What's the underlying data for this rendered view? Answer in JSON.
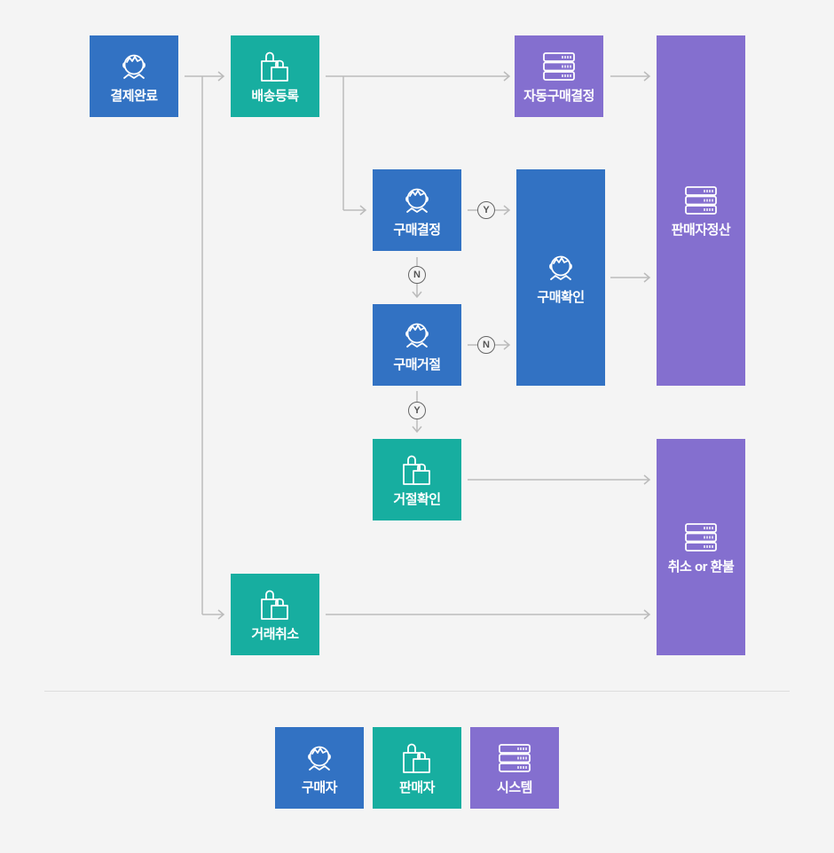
{
  "nodes": {
    "payment_complete": {
      "label": "결제완료",
      "role": "buyer",
      "icon": "buyer-face-icon"
    },
    "shipping_registration": {
      "label": "배송등록",
      "role": "seller",
      "icon": "shopping-bag-icon"
    },
    "auto_purchase_confirm": {
      "label": "자동구매결정",
      "role": "system",
      "icon": "server-icon"
    },
    "seller_settlement": {
      "label": "판매자정산",
      "role": "system",
      "icon": "server-icon"
    },
    "purchase_decision": {
      "label": "구매결정",
      "role": "buyer",
      "icon": "buyer-face-icon"
    },
    "purchase_confirm": {
      "label": "구매확인",
      "role": "buyer",
      "icon": "buyer-face-icon"
    },
    "purchase_reject": {
      "label": "구매거절",
      "role": "buyer",
      "icon": "buyer-face-icon"
    },
    "reject_confirm": {
      "label": "거절확인",
      "role": "seller",
      "icon": "shopping-bag-icon"
    },
    "cancel_or_refund": {
      "label": "취소 or 환불",
      "role": "system",
      "icon": "server-icon"
    },
    "transaction_cancel": {
      "label": "거래취소",
      "role": "seller",
      "icon": "shopping-bag-icon"
    }
  },
  "badges": {
    "decision_yes": "Y",
    "decision_no": "N",
    "reject_no": "N",
    "reject_yes": "Y"
  },
  "legend": {
    "buyer": {
      "label": "구매자",
      "icon": "buyer-face-icon"
    },
    "seller": {
      "label": "판매자",
      "icon": "shopping-bag-icon"
    },
    "system": {
      "label": "시스템",
      "icon": "server-icon"
    }
  },
  "colors": {
    "buyer": "#3272c3",
    "seller": "#17aea0",
    "system": "#846fcf",
    "connector": "#bbbbbb",
    "background": "#f4f4f4"
  }
}
